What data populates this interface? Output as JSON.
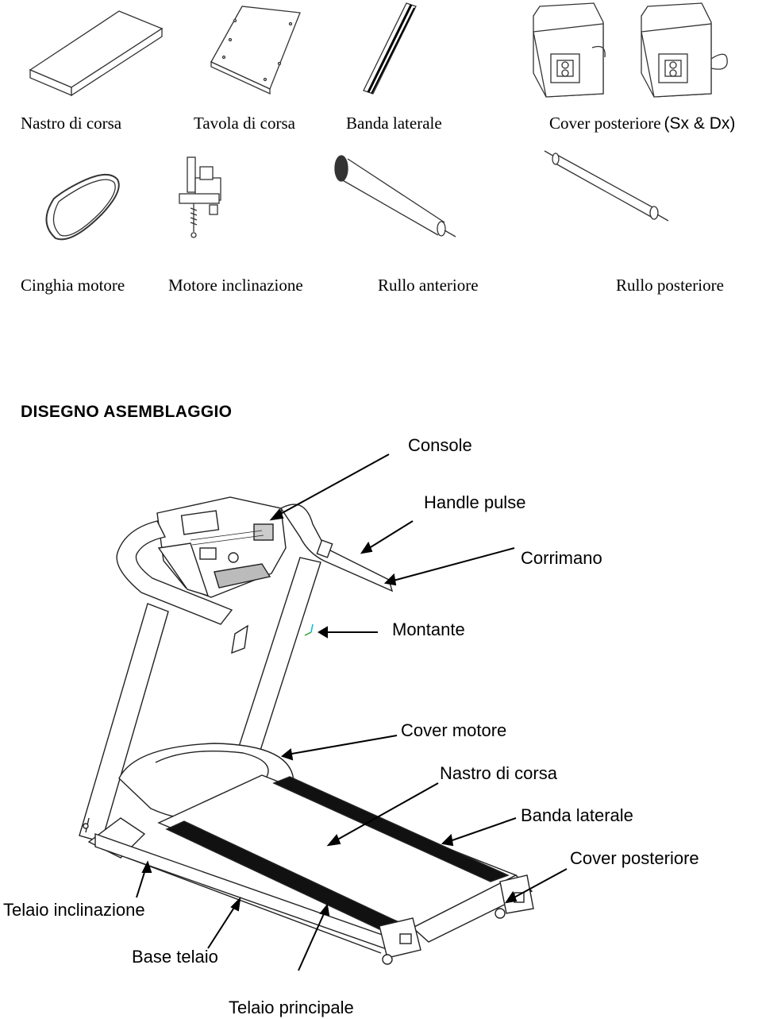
{
  "parts_row1": {
    "nastro": "Nastro di corsa",
    "tavola": "Tavola di corsa",
    "banda": "Banda laterale",
    "cover": "Cover posteriore",
    "cover_suffix": "(Sx & Dx)"
  },
  "parts_row2": {
    "cinghia": "Cinghia motore",
    "motore": "Motore inclinazione",
    "rullo_ant": "Rullo anteriore",
    "rullo_post": "Rullo posteriore"
  },
  "assembly": {
    "heading": "DISEGNO ASEMBLAGGIO",
    "labels": {
      "console": "Console",
      "handle_pulse": "Handle pulse",
      "corrimano": "Corrimano",
      "montante": "Montante",
      "cover_motore": "Cover motore",
      "nastro_corsa": "Nastro di corsa",
      "banda_laterale": "Banda laterale",
      "cover_posteriore": "Cover posteriore",
      "telaio_inclinazione": "Telaio inclinazione",
      "base_telaio": "Base telaio",
      "telaio_principale": "Telaio principale"
    }
  }
}
